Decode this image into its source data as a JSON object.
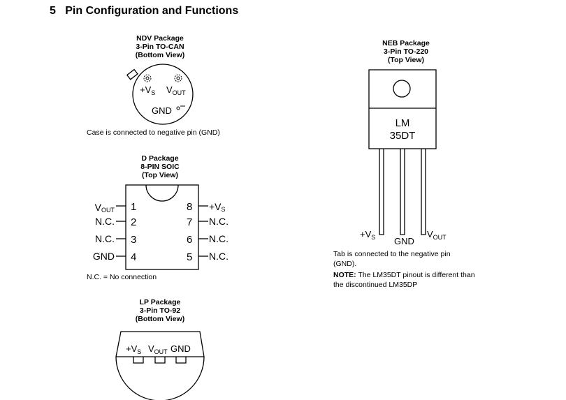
{
  "section": {
    "number": "5",
    "title": "Pin Configuration and Functions"
  },
  "ndv": {
    "lines": [
      "NDV Package",
      "3-Pin TO-CAN",
      "(Bottom View)"
    ],
    "pin_vs": "+V",
    "pin_vs_sub": "S",
    "pin_vout": "V",
    "pin_vout_sub": "OUT",
    "pin_gnd": "GND",
    "note": "Case is connected to negative pin (GND)"
  },
  "d": {
    "lines": [
      "D Package",
      "8-PIN SOIC",
      "(Top View)"
    ],
    "left_pins": [
      {
        "num": "1",
        "name": "V",
        "sub": "OUT"
      },
      {
        "num": "2",
        "name": "N.C.",
        "sub": ""
      },
      {
        "num": "3",
        "name": "N.C.",
        "sub": ""
      },
      {
        "num": "4",
        "name": "GND",
        "sub": ""
      }
    ],
    "right_pins": [
      {
        "num": "8",
        "name": "+V",
        "sub": "S"
      },
      {
        "num": "7",
        "name": "N.C.",
        "sub": ""
      },
      {
        "num": "6",
        "name": "N.C.",
        "sub": ""
      },
      {
        "num": "5",
        "name": "N.C.",
        "sub": ""
      }
    ],
    "note": "N.C. = No connection"
  },
  "lp": {
    "lines": [
      "LP Package",
      "3-Pin TO-92",
      "(Bottom View)"
    ],
    "pin_vs": "+V",
    "pin_vs_sub": "S",
    "pin_vout": "V",
    "pin_vout_sub": "OUT",
    "pin_gnd": "GND"
  },
  "neb": {
    "lines": [
      "NEB Package",
      "3-Pin TO-220",
      "(Top View)"
    ],
    "body_line1": "LM",
    "body_line2": "35DT",
    "pin_vs": "+V",
    "pin_vs_sub": "S",
    "pin_gnd": "GND",
    "pin_vout": "V",
    "pin_vout_sub": "OUT",
    "note1": "Tab is connected to the negative pin (GND).",
    "note2_bold": "NOTE:",
    "note2_rest": " The LM35DT pinout is different than the discontinued LM35DP"
  }
}
